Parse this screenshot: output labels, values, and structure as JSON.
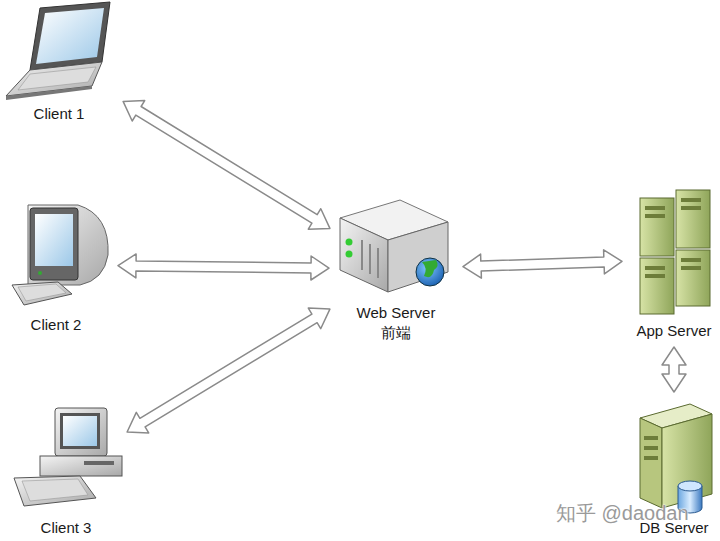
{
  "diagram": {
    "nodes": [
      {
        "text": [
          "Client 1"
        ]
      },
      {
        "text": [
          "Client 2"
        ]
      },
      {
        "text": [
          "Client 3"
        ]
      },
      {
        "text": [
          "Web Server",
          "前端"
        ]
      },
      {
        "text": [
          "App Server"
        ]
      },
      {
        "text": [
          "DB Server"
        ]
      }
    ],
    "edges": [
      {
        "from": 0,
        "to": 3,
        "arrow": "both"
      },
      {
        "from": 1,
        "to": 3,
        "arrow": "both"
      },
      {
        "from": 2,
        "to": 3,
        "arrow": "both"
      },
      {
        "from": 3,
        "to": 4,
        "arrow": "both"
      },
      {
        "from": 4,
        "to": 5,
        "arrow": "both"
      }
    ],
    "labels": [
      "知乎 @daodan"
    ]
  }
}
